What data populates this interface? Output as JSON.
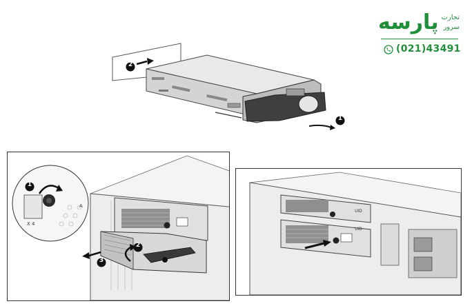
{
  "brand": {
    "name": "پارسه",
    "tagline_line1": "تجارت",
    "tagline_line2": "سرور",
    "phone": "(021)43491",
    "icon": "phone-icon",
    "color": "#1f8f3a"
  },
  "callouts": {
    "top_drive_release": "1",
    "top_drive_push": "2",
    "left_thumbscrew": "1",
    "left_lever": "2",
    "left_slide_out": "3"
  },
  "port_labels": {
    "left_zoom_upper": "A",
    "left_zoom_lower": "X 4",
    "module_a": "UID",
    "module_b": "UID"
  }
}
